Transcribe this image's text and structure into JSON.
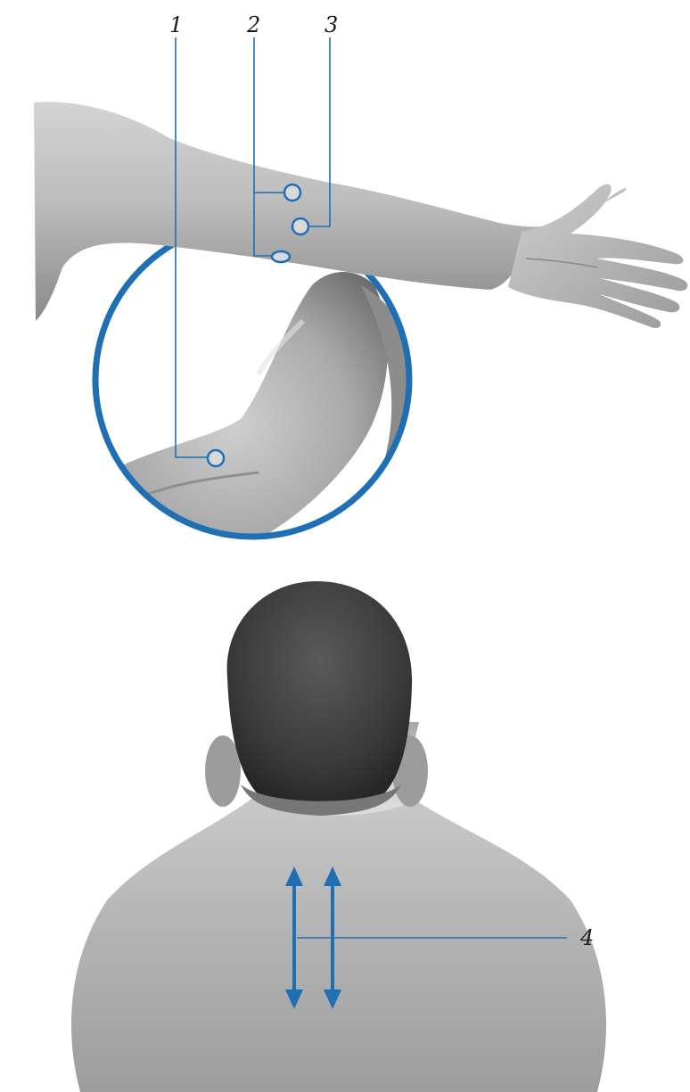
{
  "figure": {
    "accent_color": "#1f6fb4",
    "skin_light": "#e6e6e6",
    "skin_mid": "#b9b9b9",
    "skin_dark": "#7c7c7c",
    "hair_color": "#3a3a3a"
  },
  "callouts": [
    {
      "id": "1",
      "label": "1"
    },
    {
      "id": "2",
      "label": "2"
    },
    {
      "id": "3",
      "label": "3"
    },
    {
      "id": "4",
      "label": "4"
    }
  ],
  "arrows": {
    "icon": "double-headed-vertical-arrow",
    "count": 2
  }
}
